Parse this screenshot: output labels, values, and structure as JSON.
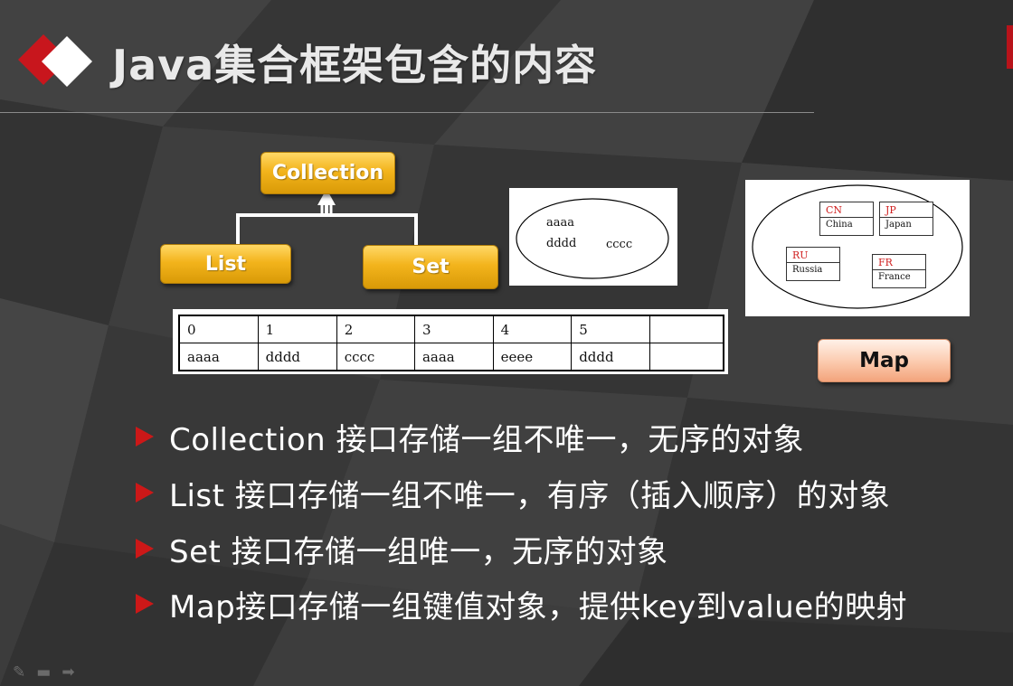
{
  "slide": {
    "title": "Java集合框架包含的内容",
    "colors": {
      "accent": "#cc1818",
      "gold": "#f3b41c",
      "map_button": "#fbc9ac",
      "background": "#3a3a3a"
    }
  },
  "diagram": {
    "collection_label": "Collection",
    "list_label": "List",
    "set_label": "Set",
    "map_label": "Map",
    "set_example": {
      "items": [
        "aaaa",
        "dddd",
        "cccc"
      ]
    },
    "list_example": {
      "indices": [
        "0",
        "1",
        "2",
        "3",
        "4",
        "5",
        ""
      ],
      "values": [
        "aaaa",
        "dddd",
        "cccc",
        "aaaa",
        "eeee",
        "dddd",
        ""
      ]
    },
    "map_example": {
      "entries": [
        {
          "key": "CN",
          "value": "China"
        },
        {
          "key": "JP",
          "value": "Japan"
        },
        {
          "key": "RU",
          "value": "Russia"
        },
        {
          "key": "FR",
          "value": "France"
        }
      ]
    }
  },
  "bullets": [
    "Collection 接口存储一组不唯一，无序的对象",
    "List 接口存储一组不唯一，有序（插入顺序）的对象",
    "Set 接口存储一组唯一，无序的对象",
    "Map接口存储一组键值对象，提供key到value的映射"
  ],
  "footer_icons": [
    "pen-icon",
    "screen-icon",
    "arrow-icon"
  ]
}
